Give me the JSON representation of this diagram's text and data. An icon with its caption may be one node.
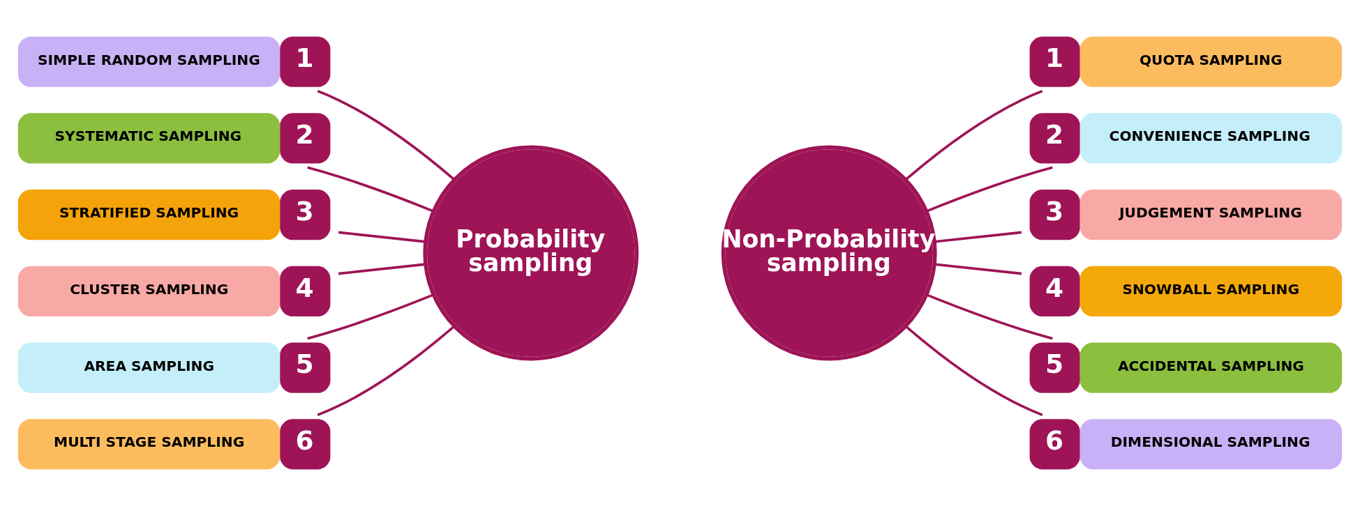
{
  "diagram": {
    "nodes": [
      {
        "text": [
          "Probability sampling"
        ]
      },
      {
        "text": [
          "SIMPLE RANDOM SAMPLING",
          "1"
        ]
      },
      {
        "text": [
          "SYSTEMATIC SAMPLING",
          "2"
        ]
      },
      {
        "text": [
          "STRATIFIED SAMPLING",
          "3"
        ]
      },
      {
        "text": [
          "CLUSTER SAMPLING",
          "4"
        ]
      },
      {
        "text": [
          "AREA SAMPLING",
          "5"
        ]
      },
      {
        "text": [
          "MULTI STAGE SAMPLING",
          "6"
        ]
      },
      {
        "text": [
          "Non-Probability sampling"
        ]
      },
      {
        "text": [
          "1",
          "QUOTA SAMPLING"
        ]
      },
      {
        "text": [
          "2",
          "CONVENIENCE SAMPLING"
        ]
      },
      {
        "text": [
          "3",
          "JUDGEMENT SAMPLING"
        ]
      },
      {
        "text": [
          "4",
          "SNOWBALL SAMPLING"
        ]
      },
      {
        "text": [
          "5",
          "ACCIDENTAL SAMPLING"
        ]
      },
      {
        "text": [
          "6",
          "DIMENSIONAL SAMPLING"
        ]
      }
    ],
    "edges": [
      {
        "from": 1,
        "to": 0,
        "arrow": "none"
      },
      {
        "from": 2,
        "to": 0,
        "arrow": "none"
      },
      {
        "from": 3,
        "to": 0,
        "arrow": "none"
      },
      {
        "from": 4,
        "to": 0,
        "arrow": "none"
      },
      {
        "from": 5,
        "to": 0,
        "arrow": "none"
      },
      {
        "from": 6,
        "to": 0,
        "arrow": "none"
      },
      {
        "from": 7,
        "to": 8,
        "arrow": "none"
      },
      {
        "from": 7,
        "to": 9,
        "arrow": "none"
      },
      {
        "from": 7,
        "to": 10,
        "arrow": "none"
      },
      {
        "from": 7,
        "to": 11,
        "arrow": "none"
      },
      {
        "from": 7,
        "to": 12,
        "arrow": "none"
      },
      {
        "from": 7,
        "to": 13,
        "arrow": "none"
      }
    ]
  }
}
